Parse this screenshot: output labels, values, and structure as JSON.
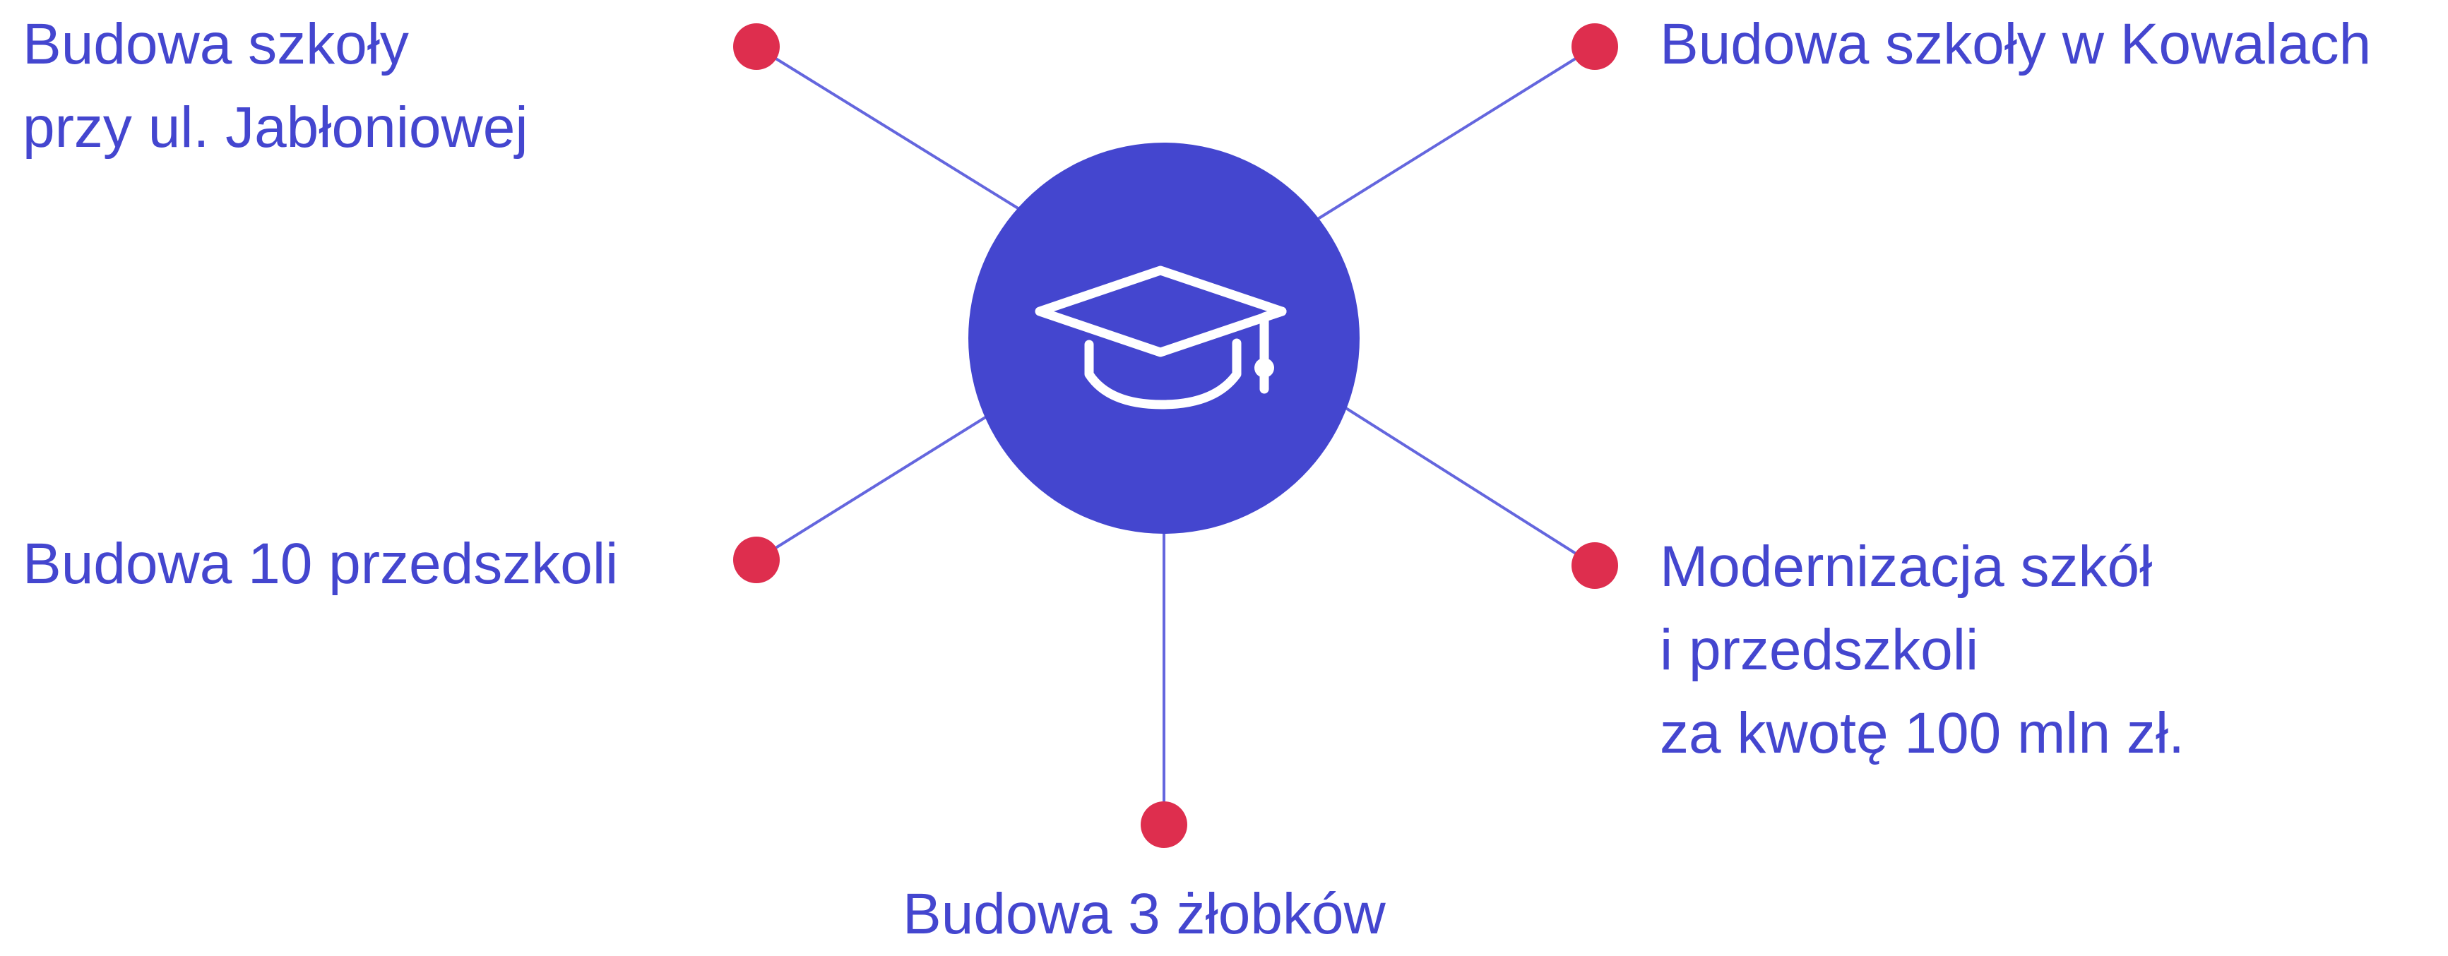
{
  "colors": {
    "primary": "#4446CF",
    "accent": "#DE2E4E",
    "connector": "#6466DE",
    "icon": "#ffffff",
    "background": "#ffffff"
  },
  "center": {
    "icon": "graduation-cap-icon"
  },
  "items": {
    "top_left": {
      "lines": [
        "Budowa szkoły",
        "przy ul. Jabłoniowej"
      ]
    },
    "top_right": {
      "lines": [
        "Budowa szkoły w Kowalach"
      ]
    },
    "middle_left": {
      "lines": [
        "Budowa 10 przedszkoli"
      ]
    },
    "middle_right": {
      "lines": [
        "Modernizacja szkół",
        "i przedszkoli",
        "za kwotę 100 mln zł."
      ]
    },
    "bottom": {
      "lines": [
        "Budowa 3 żłobków"
      ]
    }
  }
}
